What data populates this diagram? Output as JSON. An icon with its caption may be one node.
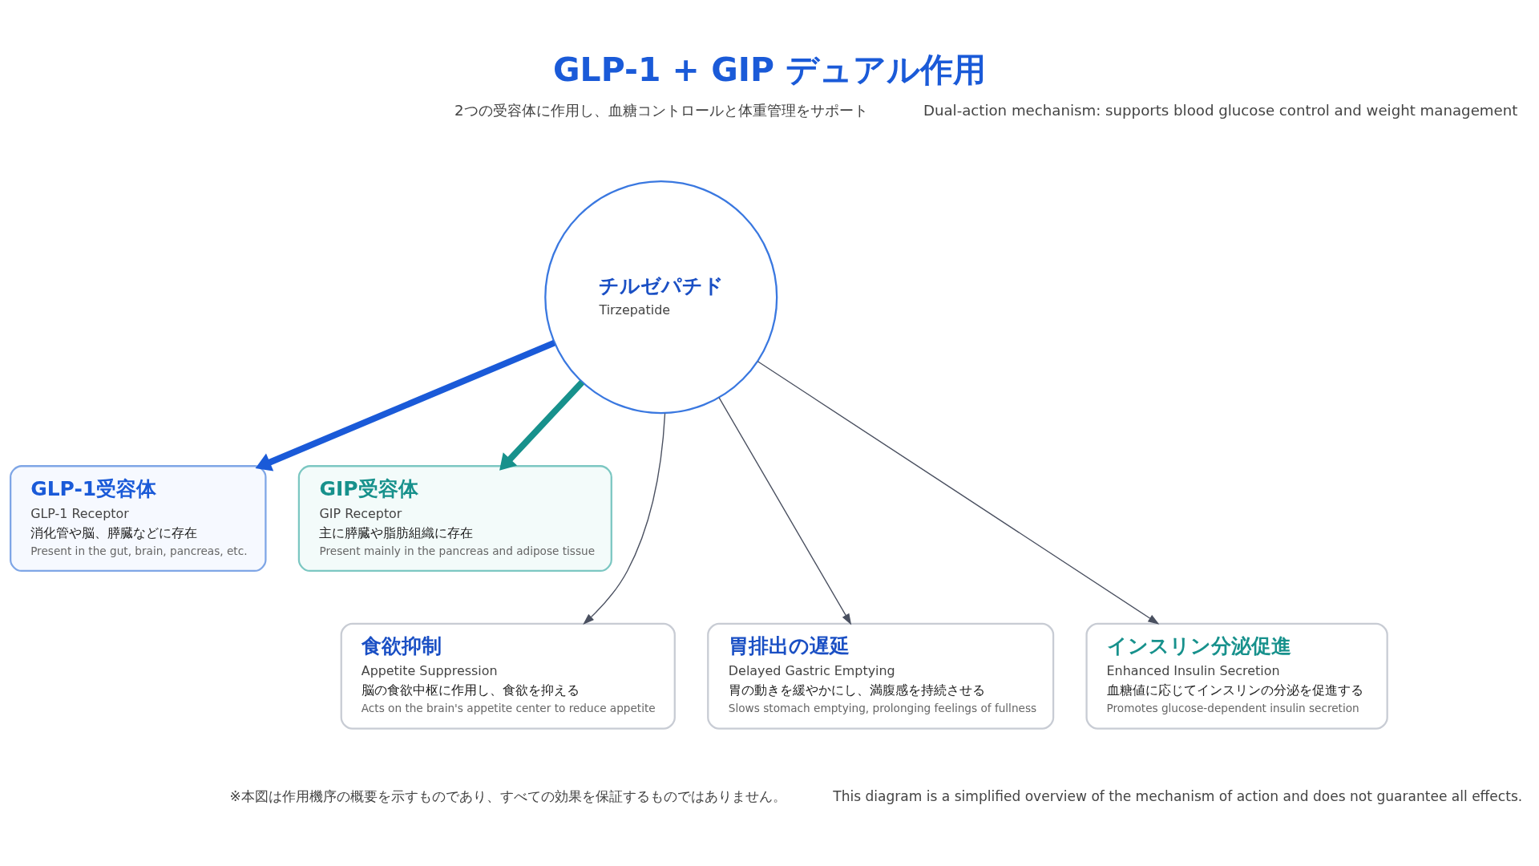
{
  "diagram": {
    "title": "GLP-1 + GIP デュアル作用",
    "nodes": [
      {
        "text": [
          "チルゼパチド",
          "Tirzepatide"
        ]
      },
      {
        "text": [
          "GLP-1受容体",
          "GLP-1 Receptor",
          "消化管や脳、膵臓などに存在",
          "Present in the gut, brain, pancreas, etc."
        ]
      },
      {
        "text": [
          "GIP受容体",
          "GIP Receptor",
          "主に膵臓や脂肪組織に存在",
          "Present mainly in the pancreas and adipose tissue"
        ]
      },
      {
        "text": [
          "食欲抑制",
          "Appetite Suppression",
          "脳の食欲中枢に作用し、食欲を抑える",
          "Acts on the brain's appetite center to reduce appetite"
        ]
      },
      {
        "text": [
          "胃排出の遅延",
          "Delayed Gastric Emptying",
          "胃の動きを緩やかにし、満腹感を持続させる",
          "Slows stomach emptying, prolonging feelings of fullness"
        ]
      },
      {
        "text": [
          "インスリン分泌促進",
          "Enhanced Insulin Secretion",
          "血糖値に応じてインスリンの分泌を促進する",
          "Promotes glucose-dependent insulin secretion"
        ]
      }
    ],
    "edges": [
      {
        "from": 0,
        "to": 1,
        "arrow": "to",
        "style": "thick",
        "color": "#1a5ad8"
      },
      {
        "from": 0,
        "to": 2,
        "arrow": "to",
        "style": "thick",
        "color": "#17918c"
      },
      {
        "from": 0,
        "to": 3,
        "arrow": "to"
      },
      {
        "from": 0,
        "to": 4,
        "arrow": "to"
      },
      {
        "from": 0,
        "to": 5,
        "arrow": "to"
      }
    ],
    "labels": [
      "2つの受容体に作用し、血糖コントロールと体重管理をサポート",
      "Dual-action mechanism: supports blood glucose control and weight management",
      "※本図は作用機序の概要を示すものであり、すべての効果を保証するものではありません。",
      "This diagram is a simplified overview of the mechanism of action and does not guarantee all effects."
    ]
  }
}
